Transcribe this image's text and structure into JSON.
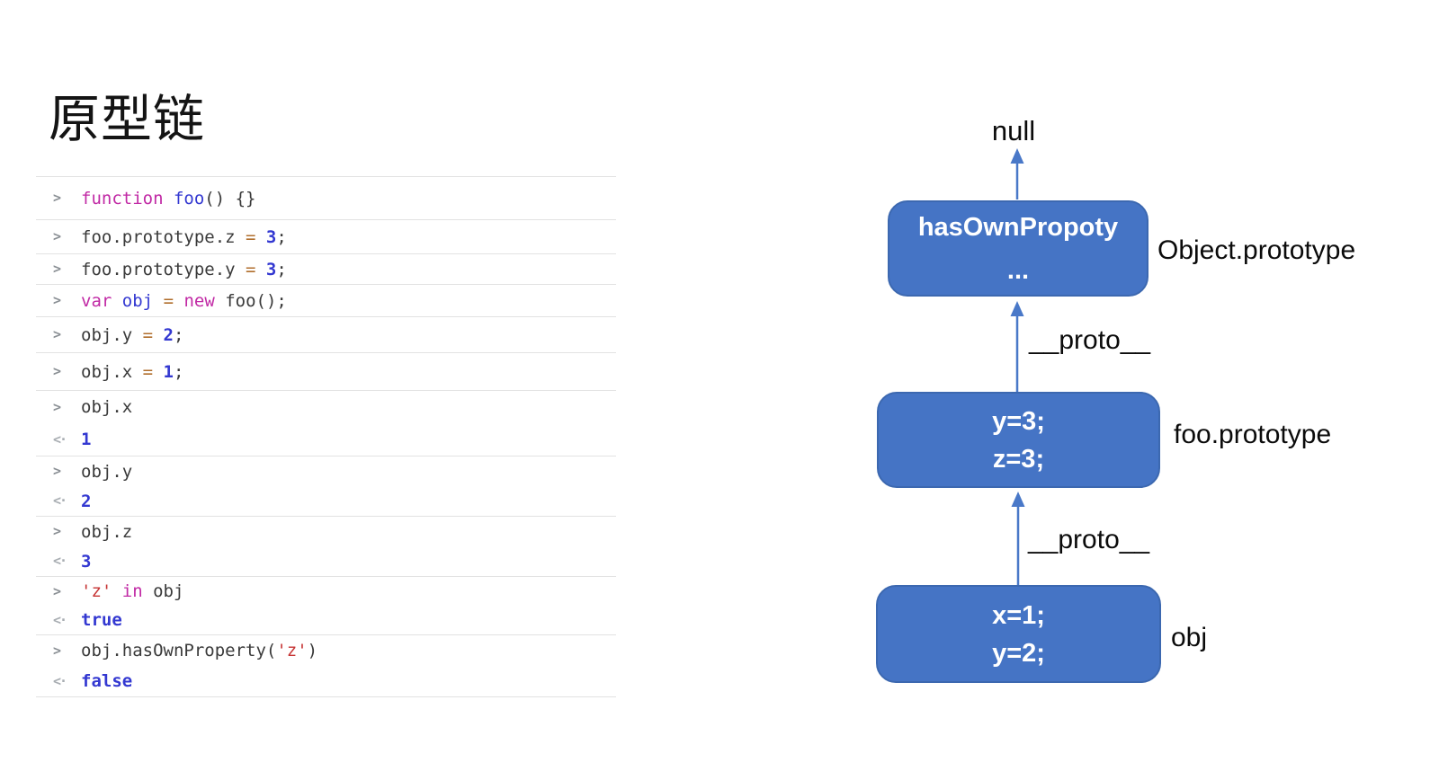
{
  "title": "原型链",
  "console": {
    "prompt_glyph": ">",
    "returned_glyph": "<·",
    "groups": [
      {
        "command": [
          {
            "t": "function",
            "c": "kw"
          },
          {
            "t": " ",
            "c": "plain"
          },
          {
            "t": "foo",
            "c": "id"
          },
          {
            "t": "() {}",
            "c": "plain"
          }
        ],
        "result": null
      },
      {
        "command": [
          {
            "t": "foo.prototype.z ",
            "c": "plain"
          },
          {
            "t": "= ",
            "c": "op"
          },
          {
            "t": "3",
            "c": "num"
          },
          {
            "t": ";",
            "c": "plain"
          }
        ],
        "result": null
      },
      {
        "command": [
          {
            "t": "foo.prototype.y ",
            "c": "plain"
          },
          {
            "t": "= ",
            "c": "op"
          },
          {
            "t": "3",
            "c": "num"
          },
          {
            "t": ";",
            "c": "plain"
          }
        ],
        "result": null
      },
      {
        "command": [
          {
            "t": "var",
            "c": "kw"
          },
          {
            "t": " ",
            "c": "plain"
          },
          {
            "t": "obj",
            "c": "id"
          },
          {
            "t": " ",
            "c": "plain"
          },
          {
            "t": "= ",
            "c": "op"
          },
          {
            "t": "new",
            "c": "kw"
          },
          {
            "t": " foo();",
            "c": "plain"
          }
        ],
        "result": null
      },
      {
        "command": [
          {
            "t": "obj.y ",
            "c": "plain"
          },
          {
            "t": "= ",
            "c": "op"
          },
          {
            "t": "2",
            "c": "num"
          },
          {
            "t": ";",
            "c": "plain"
          }
        ],
        "result": null
      },
      {
        "command": [
          {
            "t": "obj.x ",
            "c": "plain"
          },
          {
            "t": "= ",
            "c": "op"
          },
          {
            "t": "1",
            "c": "num"
          },
          {
            "t": ";",
            "c": "plain"
          }
        ],
        "result": null
      },
      {
        "command": [
          {
            "t": "obj.x",
            "c": "plain"
          }
        ],
        "result": [
          {
            "t": "1",
            "c": "num"
          }
        ]
      },
      {
        "command": [
          {
            "t": "obj.y",
            "c": "plain"
          }
        ],
        "result": [
          {
            "t": "2",
            "c": "num"
          }
        ]
      },
      {
        "command": [
          {
            "t": "obj.z",
            "c": "plain"
          }
        ],
        "result": [
          {
            "t": "3",
            "c": "num"
          }
        ]
      },
      {
        "command": [
          {
            "t": "'z'",
            "c": "str"
          },
          {
            "t": " ",
            "c": "plain"
          },
          {
            "t": "in",
            "c": "kw"
          },
          {
            "t": " obj",
            "c": "plain"
          }
        ],
        "result": [
          {
            "t": "true",
            "c": "num"
          }
        ]
      },
      {
        "command": [
          {
            "t": "obj.hasOwnProperty(",
            "c": "plain"
          },
          {
            "t": "'z'",
            "c": "str"
          },
          {
            "t": ")",
            "c": "plain"
          }
        ],
        "result": [
          {
            "t": "false",
            "c": "num"
          }
        ]
      }
    ],
    "colors": {
      "keyword": "#c12aa5",
      "identifier": "#3338d1",
      "number": "#3338d1",
      "operator": "#b06e2c",
      "string": "#c63333",
      "plain": "#3a3a3a",
      "prompt": "#8a8f94",
      "returned_arrow": "#a8adb2",
      "divider": "#e2e2e2"
    }
  },
  "diagram": {
    "null_label": "null",
    "proto_labels": [
      "__proto__",
      "__proto__"
    ],
    "nodes": [
      {
        "lines": [
          "hasOwnPropoty",
          "..."
        ],
        "label": "Object.prototype"
      },
      {
        "lines": [
          "y=3;",
          "z=3;"
        ],
        "label": "foo.prototype"
      },
      {
        "lines": [
          "x=1;",
          "y=2;"
        ],
        "label": "obj"
      }
    ],
    "colors": {
      "node_fill": "#4574c5",
      "node_border": "#3c68b0",
      "arrow": "#4978c8"
    }
  }
}
